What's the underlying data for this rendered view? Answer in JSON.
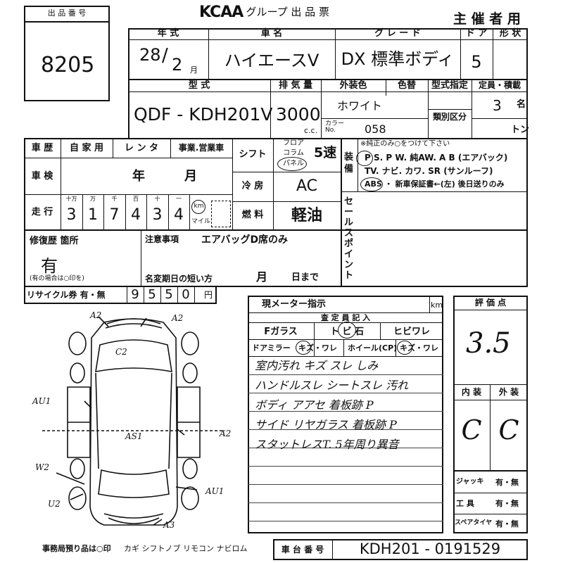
{
  "header": {
    "lot_no_label": "出 品 番 号",
    "lot_no": "8205",
    "brand": "KCAA",
    "title": ". グループ 出 品 票",
    "host": "主 催 者 用"
  },
  "vehicle": {
    "year_label": "年 式",
    "year": "28",
    "month": "2",
    "month_unit": "月",
    "name_label": "車 名",
    "name": "ハイエースV",
    "grade_label": "グ レ ー ド",
    "grade": "DX 標準ボディ",
    "doors_label": "ド ア",
    "doors": "5",
    "shape_label": "形 状",
    "model_label": "型 式",
    "model": "QDF - KDH201V",
    "displacement_label": "排 気 量",
    "displacement": "3000",
    "cc": "c.c.",
    "exterior_color_label": "外装色",
    "exterior_color": "ホワイト",
    "color_change_label": "色替",
    "color_no_label": "カラー No.",
    "color_no": "058",
    "model_designation_label": "型式指定",
    "classification_label": "類別区分",
    "capacity_label": "定員・積載",
    "capacity": "3",
    "capacity_unit": "名",
    "tons_unit": "トン"
  },
  "history": {
    "vehicle_history_label": "車 歴",
    "private": "自 家 用",
    "rental": "レ ン タ",
    "business": "事業.営業車",
    "shaken_label": "車 検",
    "shaken_year": "年",
    "shaken_month": "月",
    "mileage_label": "走 行",
    "digit_labels": [
      "十万",
      "万",
      "千",
      "百",
      "十",
      "一"
    ],
    "mileage_digits": [
      "3",
      "1",
      "7",
      "4",
      "3",
      "4"
    ],
    "km_label": "km",
    "mile_label": "マイル",
    "shift_label": "シフト",
    "shift_opts": [
      "フロア",
      "コラム",
      "パネル"
    ],
    "shift_speed": "5速",
    "ac_label": "冷 房",
    "ac": "AC",
    "fuel_label": "燃 料",
    "fuel": "軽油",
    "equipment_label": "装備",
    "equipment_note": "※純正のみ○をつけて下さい",
    "equipment_line1": "P S. P W. 純AW. A B (エアバック)",
    "equipment_line2": "TV. ナビ. カワ. SR (サンルーフ)",
    "equipment_line3": "ABS ・ 新車保証書←(左) 後日送りのみ",
    "sales_point_label": "セールスポイント"
  },
  "repair": {
    "repair_label": "修復歴 箇所",
    "repair_value": "有",
    "repair_note": "(有の場合は○印を)",
    "notes_label": "注意事項",
    "notes_value": "エアバッグD席のみ",
    "name_change_label": "名変期日の短い方",
    "name_change_month": "月",
    "name_change_day": "日まで",
    "recycle_label": "リサイクル券 有・無",
    "recycle_digits": [
      "9",
      "5",
      "5",
      "0"
    ],
    "recycle_unit": "円"
  },
  "inspection": {
    "meter_label": "現メーター指示",
    "meter_unit": "km",
    "inspector_label": "査 定 員 記 入",
    "glass_f": "Fガラス",
    "glass_t": "ト ビ 石",
    "glass_h": "ヒビワレ",
    "mirror": "ドアミラー",
    "mirror_val": "キズ・ワレ",
    "wheel": "ホイール(CP)",
    "wheel_val": "キズ・ワレ",
    "handwritten": [
      "室内汚れ キズ スレ しみ",
      "ハンドルスレ シートスレ 汚れ",
      "ボディ アアセ 着板跡 P",
      "サイド リヤガラス 着板跡 P",
      "スタットレスT. 5年周り異音"
    ]
  },
  "score": {
    "score_label": "評 価 点",
    "score_value": "3.5",
    "interior_label": "内 装",
    "exterior_label": "外 装",
    "interior_value": "C",
    "exterior_value": "C",
    "jack_label": "ジャッキ",
    "jack_val": "有・無",
    "tools_label": "工 具",
    "tools_val": "有・無",
    "spare_label": "スペアタイヤ",
    "spare_val": "有・無"
  },
  "diagram": {
    "marks": [
      "A2",
      "A2",
      "C2",
      "AU1",
      "A2",
      "AS1",
      "W2",
      "U2",
      "AU1",
      "A3"
    ]
  },
  "footer": {
    "office_label": "事務局預り品は○印",
    "office_items": "カギ シフトノブ リモコン ナビロム",
    "chassis_label": "車 台 番 号",
    "chassis_no": "KDH201 - 0191529"
  }
}
